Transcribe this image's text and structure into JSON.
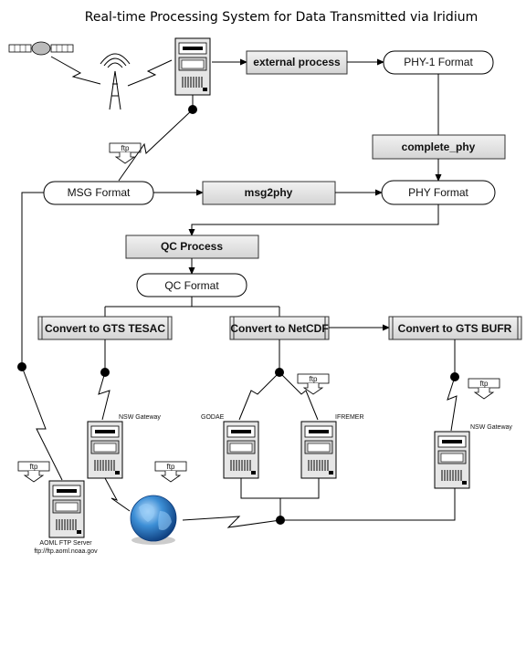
{
  "title": "Real-time Processing System for Data Transmitted via Iridium",
  "processes": {
    "external_process": "external process",
    "complete_phy": "complete_phy",
    "msg2phy": "msg2phy",
    "qc_process": "QC Process",
    "convert_tesac": "Convert to GTS TESAC",
    "convert_netcdf": "Convert to NetCDF",
    "convert_bufr": "Convert to GTS BUFR"
  },
  "formats": {
    "phy1": "PHY-1 Format",
    "msg": "MSG Format",
    "phy": "PHY Format",
    "qc": "QC Format"
  },
  "labels": {
    "ftp": "ftp",
    "nsw_gateway_left": "NSW Gateway",
    "nsw_gateway_right": "NSW Gateway",
    "godae": "GODAE",
    "ifremer": "IFREMER",
    "aoml_server": "AOML  FTP Server",
    "aoml_url": "ftp://ftp.aoml.noaa.gov"
  },
  "icons": [
    "satellite-icon",
    "antenna-tower-icon",
    "server-icon",
    "globe-icon",
    "ftp-folder-icon",
    "junction-dot-icon"
  ]
}
